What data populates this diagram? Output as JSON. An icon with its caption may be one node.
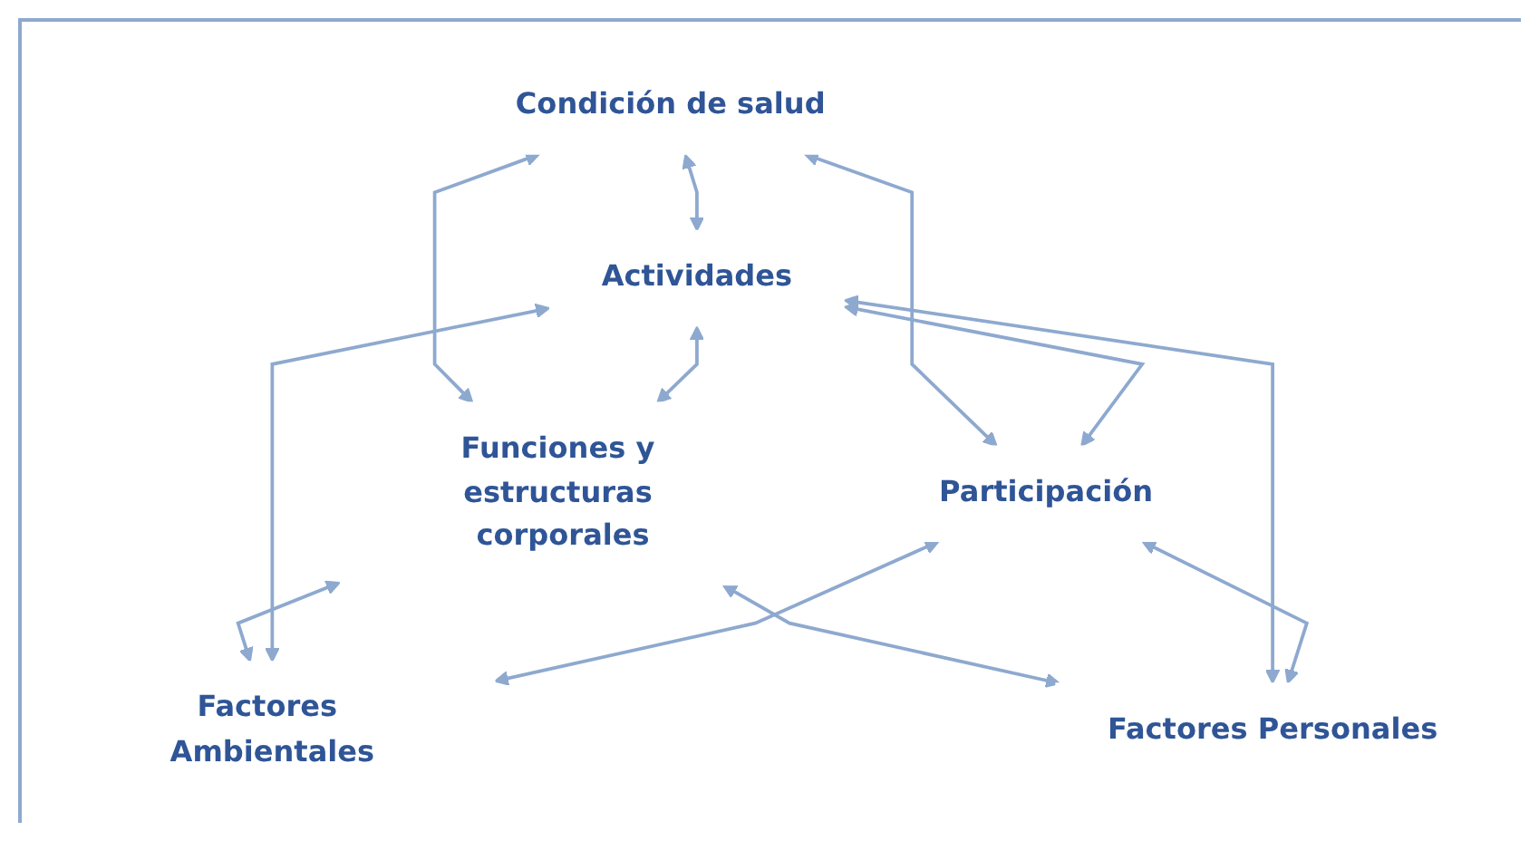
{
  "diagram": {
    "nodes": [
      {
        "text": [
          "Condición de salud"
        ]
      },
      {
        "text": [
          "Funciones y estructuras corporales"
        ]
      },
      {
        "text": [
          "Actividades"
        ]
      },
      {
        "text": [
          "Participación"
        ]
      },
      {
        "text": [
          "Factores Ambientales"
        ]
      },
      {
        "text": [
          "Factores Personales"
        ]
      }
    ],
    "edges": [
      {
        "from": 0,
        "to": 2,
        "arrow": "both"
      },
      {
        "from": 0,
        "to": 1,
        "arrow": "both"
      },
      {
        "from": 0,
        "to": 3,
        "arrow": "both"
      },
      {
        "from": 2,
        "to": 1,
        "arrow": "both"
      },
      {
        "from": 2,
        "to": 3,
        "arrow": "both"
      },
      {
        "from": 1,
        "to": 4,
        "arrow": "both"
      },
      {
        "from": 2,
        "to": 4,
        "arrow": "both"
      },
      {
        "from": 3,
        "to": 4,
        "arrow": "both"
      },
      {
        "from": 1,
        "to": 5,
        "arrow": "both"
      },
      {
        "from": 2,
        "to": 5,
        "arrow": "both"
      },
      {
        "from": 3,
        "to": 5,
        "arrow": "both"
      }
    ]
  }
}
